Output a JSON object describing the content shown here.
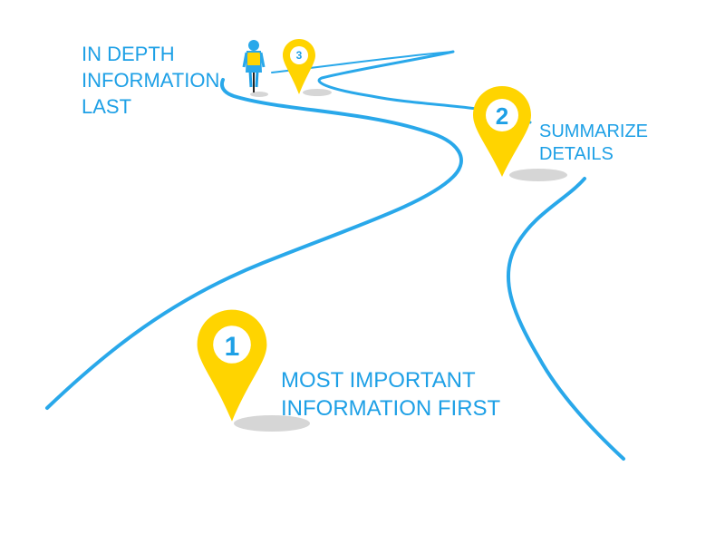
{
  "steps": [
    {
      "number": "1",
      "label_lines": [
        "MOST IMPORTANT",
        "INFORMATION FIRST"
      ]
    },
    {
      "number": "2",
      "label_lines": [
        "SUMMARIZE",
        "DETAILS"
      ]
    },
    {
      "number": "3",
      "label_lines": [
        "IN DEPTH",
        "INFORMATION",
        "LAST"
      ]
    }
  ],
  "colors": {
    "road": "#29a8ea",
    "pin": "#ffd400",
    "pin_inner": "#ffffff",
    "text": "#1ea0e6",
    "shadow": "#d6d6d6"
  },
  "icons": {
    "pin": "map-pin-icon",
    "cyclist": "cyclist-icon"
  }
}
